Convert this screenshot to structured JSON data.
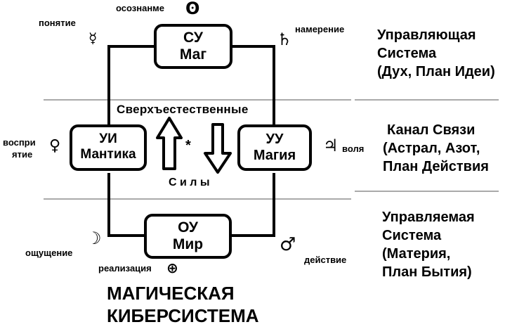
{
  "boxes": {
    "su": {
      "line1": "СУ",
      "line2": "Маг"
    },
    "ui": {
      "line1": "УИ",
      "line2": "Мантика"
    },
    "uu": {
      "line1": "УУ",
      "line2": "Магия"
    },
    "ou": {
      "line1": "ОУ",
      "line2": "Мир"
    }
  },
  "corners": {
    "top_left": {
      "label": "понятие",
      "symbol": "☿"
    },
    "top_right": {
      "label": "намерение",
      "symbol": "♄"
    },
    "left": {
      "label_line1": "воспри",
      "label_line2": "ятие",
      "symbol": "♀"
    },
    "right": {
      "label": "воля",
      "symbol": "♃"
    },
    "bottom_left": {
      "label": "ощущение",
      "symbol": "☽"
    },
    "bottom_right": {
      "label": "действие",
      "symbol": "♂"
    }
  },
  "top_center": {
    "label": "осознанме",
    "symbol": "ʘ"
  },
  "bottom_center": {
    "label": "реализация",
    "symbol": "⊕"
  },
  "middle": {
    "upper": "Сверхъестественные",
    "lower": "С и л ы",
    "star": "*"
  },
  "right_side": {
    "top": [
      "Управляющая",
      "Система",
      "(Дух, План Идеи)"
    ],
    "middle": [
      "Канал Связи",
      "(Астрал, Азот,",
      "План Действия"
    ],
    "bottom": [
      "Управляемая",
      "Система",
      "(Материя,",
      "План Бытия)"
    ]
  },
  "title": {
    "line1": "МАГИЧЕСКАЯ",
    "line2": "КИБЕРСИСТЕМА"
  }
}
